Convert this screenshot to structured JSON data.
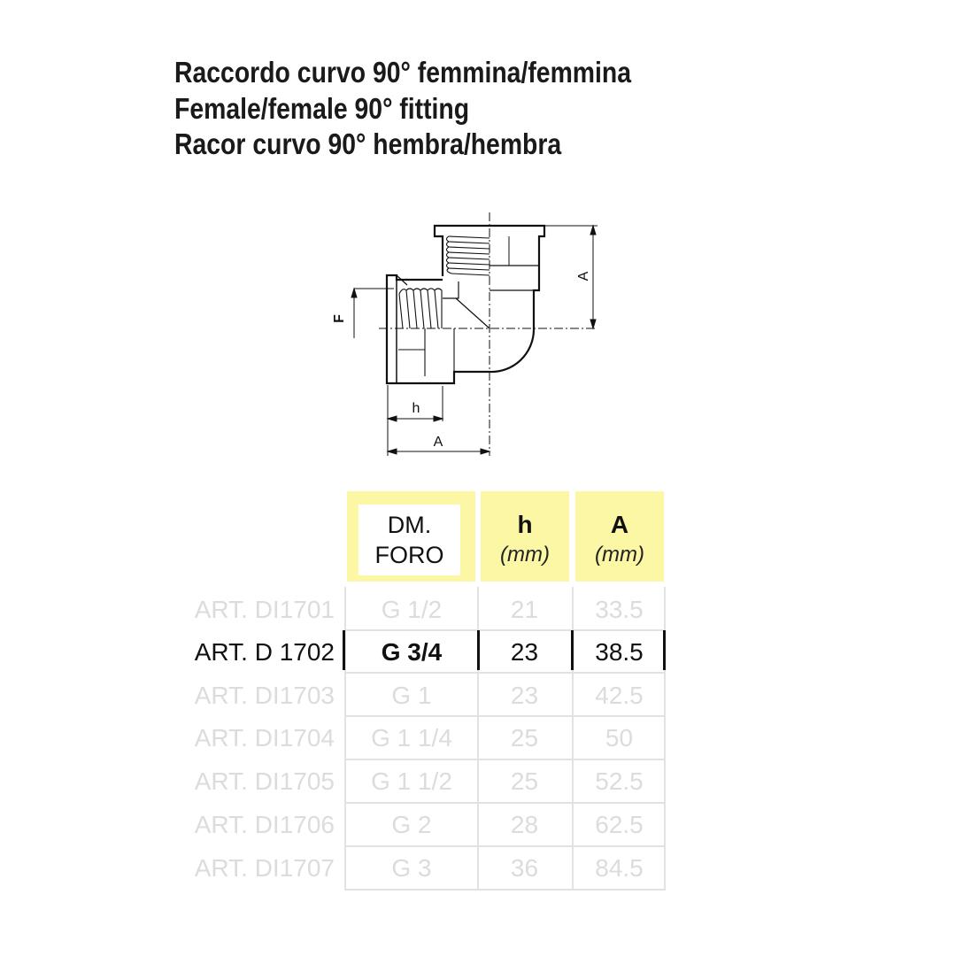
{
  "titles": [
    "Raccordo curvo 90° femmina/femmina",
    "Female/female 90° fitting",
    "Racor curvo 90° hembra/hembra"
  ],
  "diagram": {
    "labels": {
      "F": "F",
      "A_vertical": "A",
      "h": "h",
      "A_horizontal": "A"
    }
  },
  "table": {
    "headers": [
      {
        "line1": "DM.",
        "line2": "FORO"
      },
      {
        "symbol": "h",
        "unit": "(mm)"
      },
      {
        "symbol": "A",
        "unit": "(mm)"
      }
    ],
    "highlight_color": "#fbf7a4",
    "rows": [
      {
        "article": "ART. DI1701",
        "thread": "G 1/2",
        "h": "21",
        "A": "33.5",
        "active": false
      },
      {
        "article": "ART. D 1702",
        "thread": "G 3/4",
        "h": "23",
        "A": "38.5",
        "active": true
      },
      {
        "article": "ART. DI1703",
        "thread": "G 1",
        "h": "23",
        "A": "42.5",
        "active": false
      },
      {
        "article": "ART. DI1704",
        "thread": "G 1 1/4",
        "h": "25",
        "A": "50",
        "active": false
      },
      {
        "article": "ART. DI1705",
        "thread": "G 1 1/2",
        "h": "25",
        "A": "52.5",
        "active": false
      },
      {
        "article": "ART. DI1706",
        "thread": "G 2",
        "h": "28",
        "A": "62.5",
        "active": false
      },
      {
        "article": "ART. DI1707",
        "thread": "G 3",
        "h": "36",
        "A": "84.5",
        "active": false
      }
    ]
  }
}
